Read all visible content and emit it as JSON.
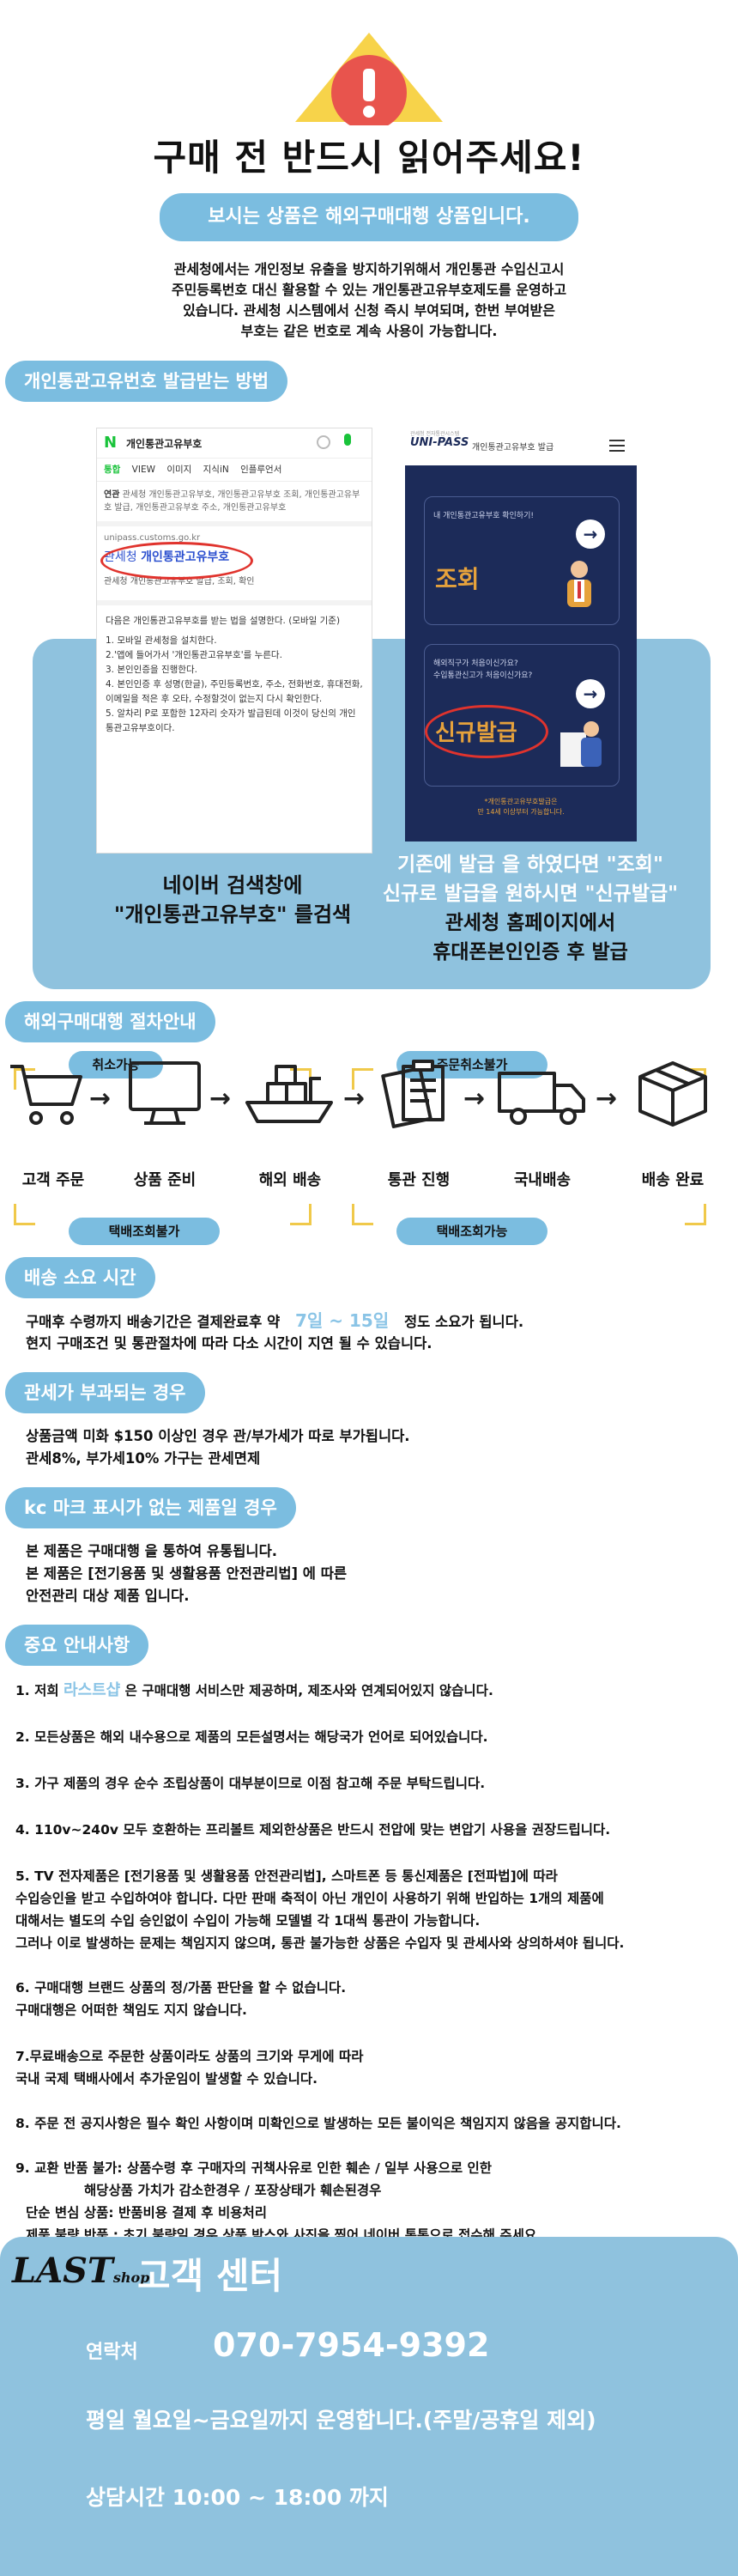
{
  "header": {
    "title": "구매 전 반드시 읽어주세요!",
    "banner": "보시는 상품은 해외구매대행 상품입니다.",
    "intro": [
      "관세청에서는 개인정보 유출을 방지하기위해서 개인통관 수입신고시",
      "주민등록번호 대신 활용할 수 있는 개인통관고유부호제도를 운영하고",
      "있습니다. 관세청 시스템에서 신청 즉시 부여되며, 한번 부여받은",
      "부호는 같은 번호로 계속 사용이 가능합니다."
    ]
  },
  "customs_code": {
    "section_label": "개인통관고유번호 발급받는 방법",
    "naver": {
      "logo": "N",
      "search_text": "개인통관고유부호",
      "tabs": [
        "통합",
        "VIEW",
        "이미지",
        "지식iN",
        "인플루언서"
      ],
      "related_prefix": "연관",
      "related_text": "관세청 개인통관고유부호, 개인통관고유부호 조회, 개인통관고유부호 발급, 개인통관고유부호 주소, 개인통관고유부호",
      "result_url": "unipass.customs.go.kr",
      "result_title_a": "관세청",
      "result_title_b": "개인통관고유부호",
      "result_desc": "관세청 개인통관고유부호 발급, 조회, 확인",
      "howto_title": "다음은 개인통관고유부호를 받는 법을 설명한다. (모바일 기준)",
      "howto_steps": [
        "1. 모바일 관세청을 설치한다.",
        "2.'앱에 들어가서 '개인통관고유부호'를 누른다.",
        "3. 본인인증을 진행한다.",
        "4. 본인인증 후 성명(한글), 주민등록번호, 주소, 전화번호, 휴대전화, 이메일을 적은 후 오타, 수정할것이 없는지 다시 확인한다.",
        "5. 알차리 P로 포함한 12자리 숫자가 발급된데 이것이 당신의 개인통관고유부호이다."
      ]
    },
    "unipass": {
      "logo": "UNI-PASS",
      "logo_sub": "관세청 전자통관시스템",
      "title": "개인통관고유부호 발급",
      "card1_question": "내 개인통관고유부호 확인하기!",
      "card1_label": "조회",
      "card2_question1": "해외직구가 처음이신가요?",
      "card2_question2": "수입통관신고가 처음이신가요?",
      "card2_label": "신규발급",
      "notice1": "*개인통관고유부호발급은",
      "notice2": "만 14세 이상부터 가능합니다."
    },
    "caption_left": [
      "네이버 검색창에",
      "\"개인통관고유부호\" 를검색"
    ],
    "caption_right": [
      "기존에 발급 을 하였다면 \"조회\"",
      "신규로 발급을 원하시면 \"신규발급\"",
      "관세청 홈페이지에서",
      "휴대폰본인인증 후 발급"
    ]
  },
  "process": {
    "section_label": "해외구매대행 절차안내",
    "top_pills": [
      "취소가능",
      "주문취소불가"
    ],
    "bottom_pills": [
      "택배조회불가",
      "택배조회가능"
    ],
    "steps": [
      "고객 주문",
      "상품 준비",
      "해외 배송",
      "통관 진행",
      "국내배송",
      "배송 완료"
    ],
    "arrow": "→"
  },
  "shipping_time": {
    "section_label": "배송 소요 시간",
    "line1_a": "구매후 수령까지 배송기간은 결제완료후 약",
    "line1_highlight": "7일 ~ 15일",
    "line1_b": "정도 소요가 됩니다.",
    "line2": "현지 구매조건 및 통관절차에 따라 다소 시간이 지연 될 수 있습니다."
  },
  "tax": {
    "section_label": "관세가 부과되는 경우",
    "lines": [
      "상품금액 미화 $150 이상인 경우 관/부가세가 따로 부가됩니다.",
      "관세8%, 부가세10% 가구는 관세면제"
    ]
  },
  "kc": {
    "section_label": "kc 마크 표시가 없는 제품일 경우",
    "lines": [
      "본 제품은 구매대행 을 통하여 유통됩니다.",
      "본 제품은 [전기용품 및 생활용품 안전관리법] 에 따른",
      "안전관리 대상 제품 입니다."
    ]
  },
  "notices": {
    "section_label": "중요 안내사항",
    "item1_a": "1. 저희",
    "item1_highlight": "라스트샵",
    "item1_b": "은 구매대행 서비스만 제공하며, 제조사와 연계되어있지 않습니다.",
    "item2": "2. 모든상품은 해외 내수용으로 제품의 모든설명서는 해당국가 언어로 되어있습니다.",
    "item3": "3. 가구 제품의 경우 순수 조립상품이 대부분이므로 이점 참고해 주문 부탁드립니다.",
    "item4": "4. 110v~240v 모두 호환하는 프리볼트 제외한상품은 반드시 전압에 맞는 변압기 사용을 권장드립니다.",
    "item5": [
      "5. TV 전자제품은 [전기용품 및 생활용품 안전관리법], 스마트폰 등 통신제품은 [전파법]에 따라",
      "수입승인을 받고 수입하여야 합니다. 다만 판매 축적이 아닌 개인이 사용하기 위해 반입하는 1개의 제품에",
      "대해서는 별도의 수입 승인없이 수입이 가능해 모델별 각 1대씩 통관이 가능합니다.",
      "그러나 이로 발생하는 문제는 책임지지 않으며, 통관 불가능한 상품은 수입자 및 관세사와 상의하셔야 됩니다."
    ],
    "item6": [
      "6. 구매대행 브랜드 상품의 정/가품 판단을 할 수 없습니다.",
      "구매대행은 어떠한 책임도 지지 않습니다."
    ],
    "item7": [
      "7.무료배송으로 주문한 상품이라도 상품의 크기와 무게에 따라",
      "국내 국제 택배사에서 추가운임이 발생할 수 있습니다."
    ],
    "item8": "8. 주문 전 공지사항은 필수 확인 사항이며 미확인으로 발생하는 모든 불이익은 책임지지 않음을 공지합니다.",
    "item9": [
      "9. 교환 반품 불가: 상품수령 후 구매자의 귀책사유로 인한 훼손 / 일부 사용으로 인한",
      "해당상품 가치가 감소한경우 / 포장상태가 훼손된경우",
      "단순 변심 상품: 반품비용 결제 후 비용처리",
      "제품 불량 반품 : 초기 불량일 경우 상품 박스와 사진을 찍어 네이버 톡톡으로 접수해 주세요."
    ]
  },
  "footer": {
    "logo_main": "LAST",
    "logo_sub": "shop",
    "title": "고객 센터",
    "contact_label": "연락처",
    "phone": "070-7954-9392",
    "hours": "평일 월요일~금요일까지 운영합니다.(주말/공휴일 제외)",
    "consult": "상담시간 10:00 ~ 18:00 까지"
  },
  "colors": {
    "accent_blue": "#7bbde0",
    "panel_blue": "#8fc2de",
    "warning_red": "#e8544d",
    "warning_yellow": "#f7d34a",
    "unipass_navy": "#1c2b59",
    "circle_red": "#e0332d"
  },
  "icons": [
    "warning-icon",
    "cart-icon",
    "monitor-icon",
    "ship-icon",
    "documents-icon",
    "truck-icon",
    "box-icon",
    "mic-icon",
    "search-icon",
    "menu-icon",
    "arrow-right-icon"
  ]
}
